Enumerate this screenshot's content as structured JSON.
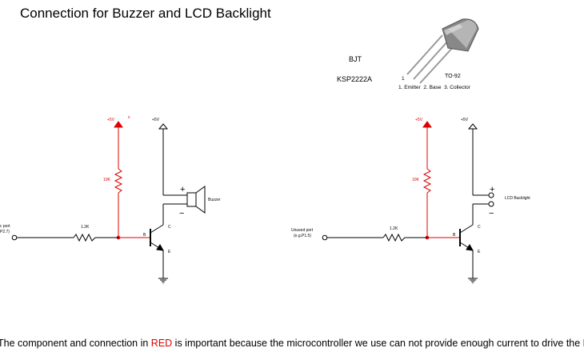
{
  "title": "Connection for Buzzer and LCD Backlight",
  "footnote": {
    "before": "The component and connection in ",
    "highlight": "RED",
    "after": " is important because the microcontroller we use can not provide enough current to drive the BJT."
  },
  "colors": {
    "important": "#dd0000",
    "wire": "#000000"
  },
  "bjt_info": {
    "label": "BJT",
    "part_number": "KSP2222A",
    "package": "TO-92",
    "pin_one": "1",
    "pinout": "1. Emitter  2. Base  3. Collector"
  },
  "left_circuit": {
    "supply_red": "+5V",
    "supply_marker": "x",
    "supply_black": "+5V",
    "pullup_resistor": "10K",
    "base_resistor": "1.2K",
    "port_label_line1": "c port",
    "port_label_line2": "P2.7)",
    "pin_b": "B",
    "pin_c": "C",
    "pin_e": "E",
    "load_label": "Buzzer",
    "plus": "+",
    "minus": "−"
  },
  "right_circuit": {
    "supply_red": "+5V",
    "supply_black": "+5V",
    "pullup_resistor": "10K",
    "base_resistor": "1.2K",
    "port_label_line1": "Unused port",
    "port_label_line2": "(e.g.P1.5)",
    "pin_b": "B",
    "pin_c": "C",
    "pin_e": "E",
    "load_label": "LCD Backlight",
    "plus": "+",
    "minus": "−"
  }
}
